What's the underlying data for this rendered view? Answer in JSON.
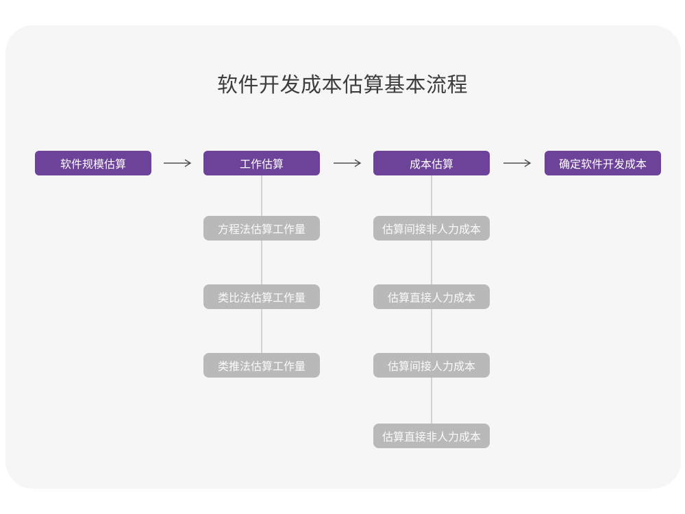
{
  "title": "软件开发成本估算基本流程",
  "colors": {
    "accent_purple": "#6d4299",
    "sub_gray": "#b9b9b9",
    "card_bg": "#f6f6f6",
    "arrow": "#4d4d4d",
    "connector": "#d2d2d2",
    "title_color": "#3d3d3d",
    "node_text": "#ffffff",
    "sub_text": "#fafafa"
  },
  "icons": {
    "arrow_right": "long-right-arrow"
  },
  "flow": {
    "main_nodes": [
      {
        "label": "软件规模估算"
      },
      {
        "label": "工作估算"
      },
      {
        "label": "成本估算"
      },
      {
        "label": "确定软件开发成本"
      }
    ],
    "sub_columns": [
      {
        "parent": "工作估算",
        "items": [
          {
            "label": "方程法估算工作量"
          },
          {
            "label": "类比法估算工作量"
          },
          {
            "label": "类推法估算工作量"
          }
        ]
      },
      {
        "parent": "成本估算",
        "items": [
          {
            "label": "估算间接非人力成本"
          },
          {
            "label": "估算直接人力成本"
          },
          {
            "label": "估算间接人力成本"
          },
          {
            "label": "估算直接非人力成本"
          }
        ]
      }
    ]
  }
}
